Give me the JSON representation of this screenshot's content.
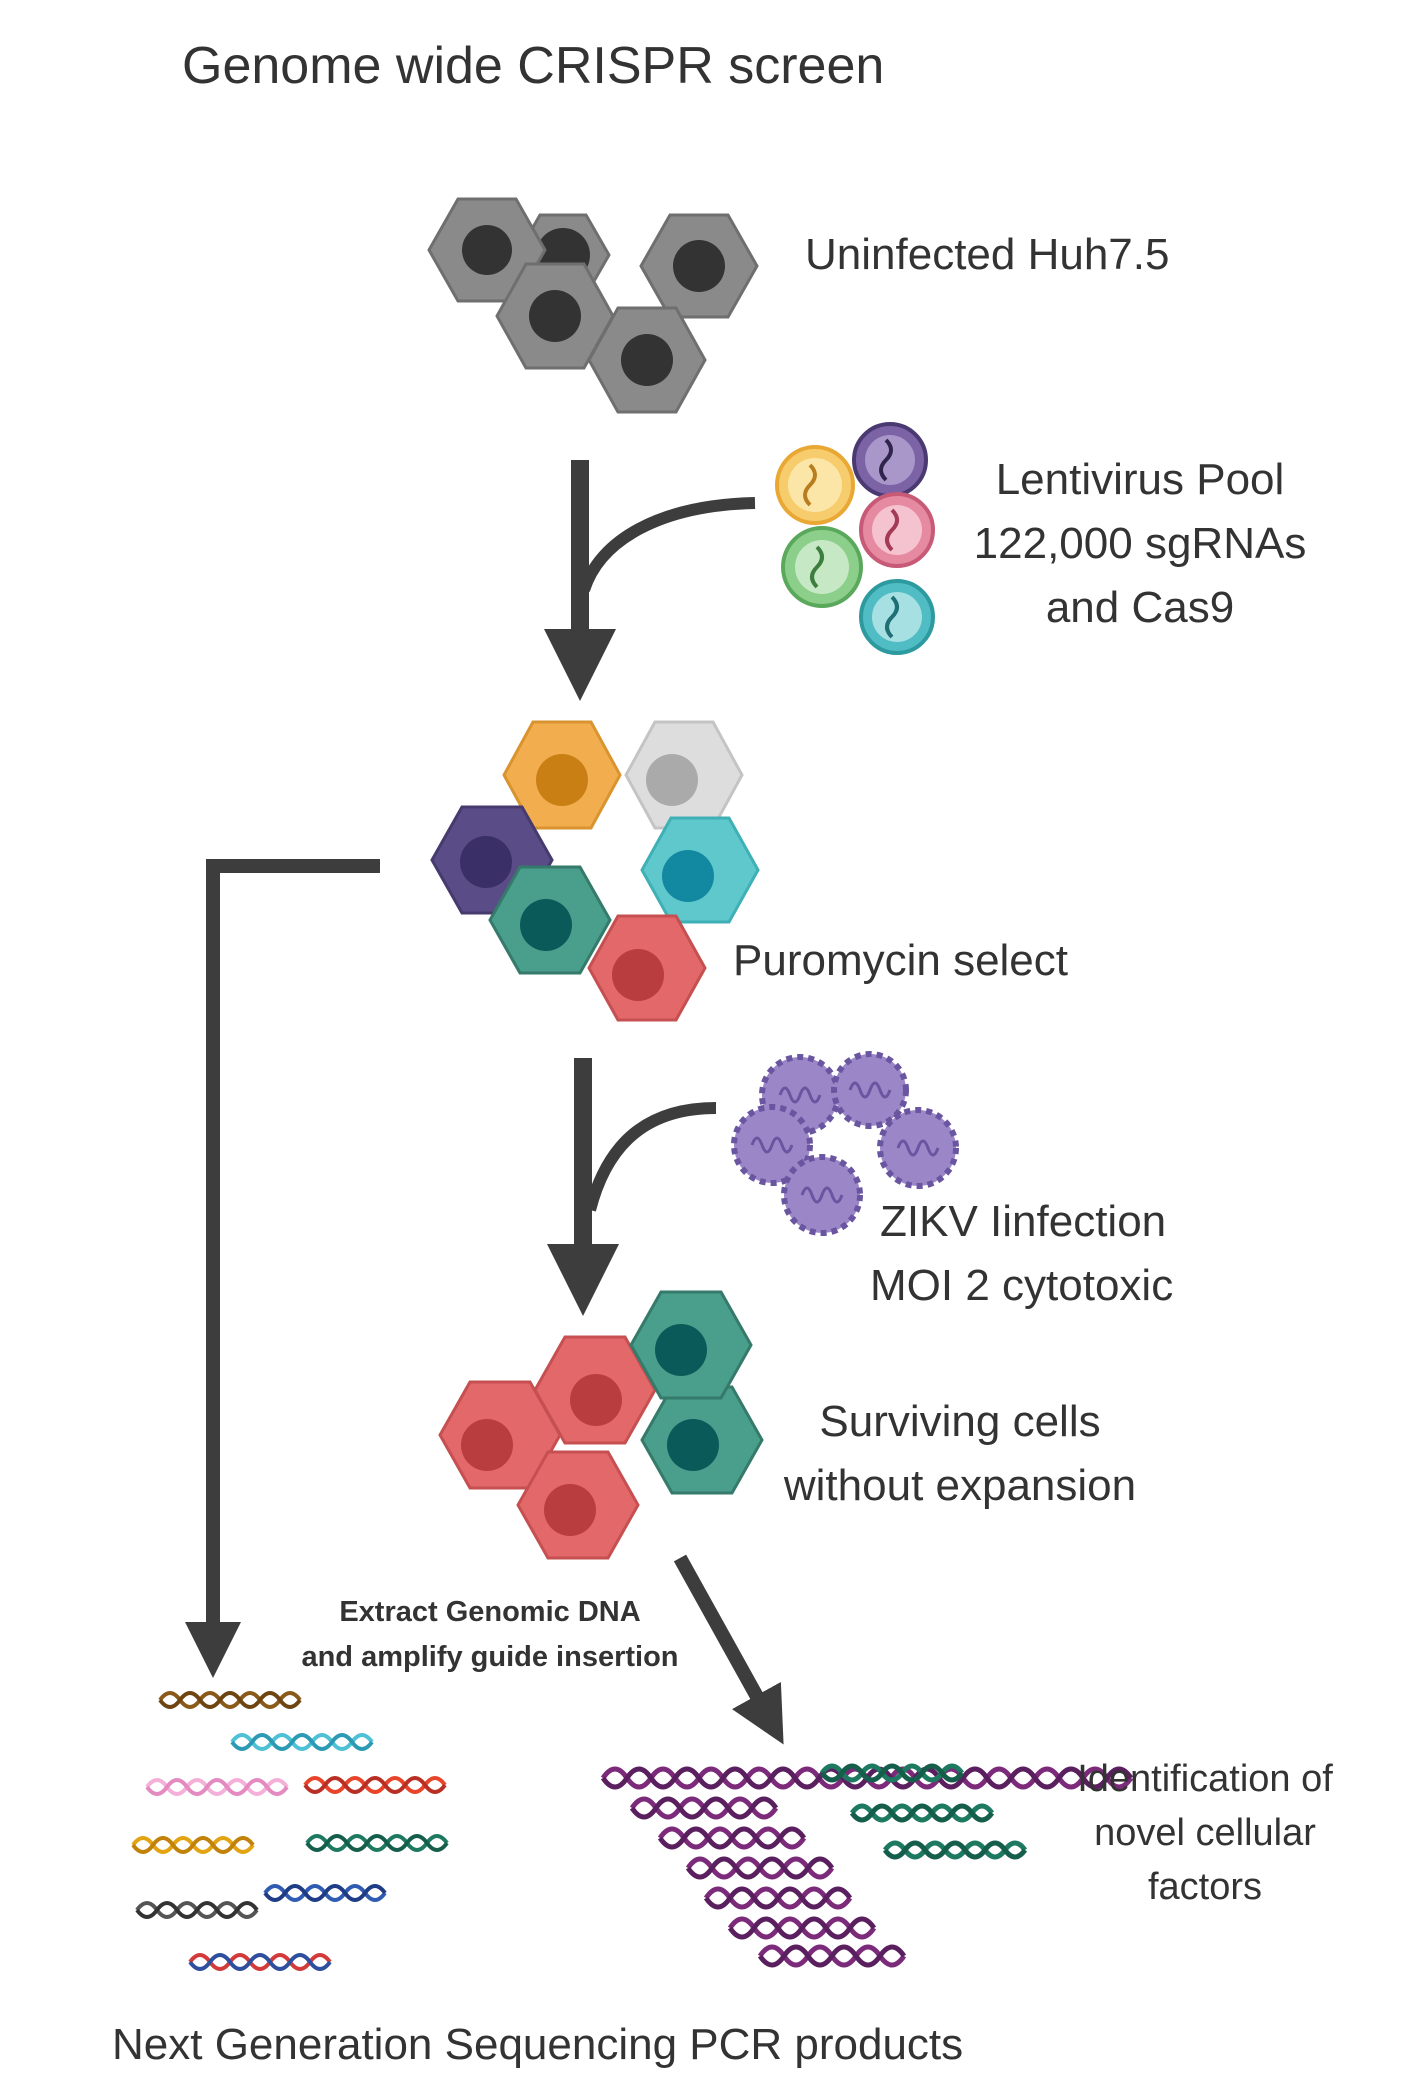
{
  "title": "Genome wide CRISPR screen",
  "steps": {
    "uninfected": "Uninfected Huh7.5",
    "lentivirus": {
      "line1": "Lentivirus Pool",
      "line2": "122,000 sgRNAs",
      "line3": "and Cas9"
    },
    "puromycin": "Puromycin select",
    "zikv": {
      "line1": "ZIKV Iinfection",
      "line2": "MOI 2  cytotoxic"
    },
    "surviving": {
      "line1": "Surviving cells",
      "line2": "without expansion"
    },
    "extract": {
      "line1": "Extract Genomic DNA",
      "line2": "and amplify guide insertion"
    },
    "identification": {
      "line1": "Identification of",
      "line2": "novel cellular",
      "line3": "factors"
    },
    "ngs": "Next Generation Sequencing PCR products"
  },
  "colors": {
    "text": "#333333",
    "arrow": "#3d3d3d",
    "gray_cell": "#8a8a8a",
    "gray_nucleus": "#333333",
    "orange": "#f2ad4e",
    "light_gray": "#dddddd",
    "purple": "#5a4d87",
    "teal": "#4a9e8c",
    "cyan": "#5fc8cc",
    "red": "#e2686a",
    "virus_purple": "#9b86c8"
  }
}
